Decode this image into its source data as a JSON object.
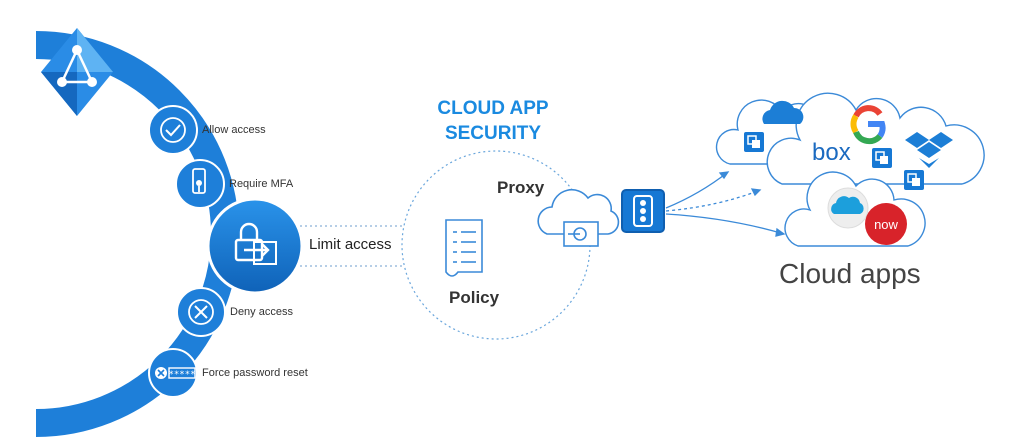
{
  "conditional_access": {
    "actions": [
      {
        "label": "Allow access",
        "icon": "checkmark-icon"
      },
      {
        "label": "Require MFA",
        "icon": "phone-key-icon"
      },
      {
        "label": "Limit access",
        "icon": "lock-arrow-icon"
      },
      {
        "label": "Deny access",
        "icon": "x-circle-icon"
      },
      {
        "label": "Force password reset",
        "icon": "password-reset-icon"
      }
    ]
  },
  "cloud_app_security": {
    "title_line1": "CLOUD APP",
    "title_line2": "SECURITY",
    "proxy_label": "Proxy",
    "policy_label": "Policy"
  },
  "cloud_apps": {
    "label": "Cloud apps",
    "apps": [
      "onedrive-icon",
      "google-icon",
      "box-icon",
      "dropbox-icon",
      "salesforce-icon",
      "servicenow-icon"
    ],
    "box_text": "box",
    "servicenow_text": "now"
  },
  "colors": {
    "azure_blue": "#1e7fd9",
    "dark_blue": "#0f5fb0",
    "light_stroke": "#6aa6dc",
    "google_blue": "#4285f4",
    "google_red": "#ea4335",
    "google_yellow": "#fbbc05",
    "google_green": "#34a853",
    "servicenow_red": "#d8232a",
    "salesforce_blue": "#1c9fdc"
  }
}
